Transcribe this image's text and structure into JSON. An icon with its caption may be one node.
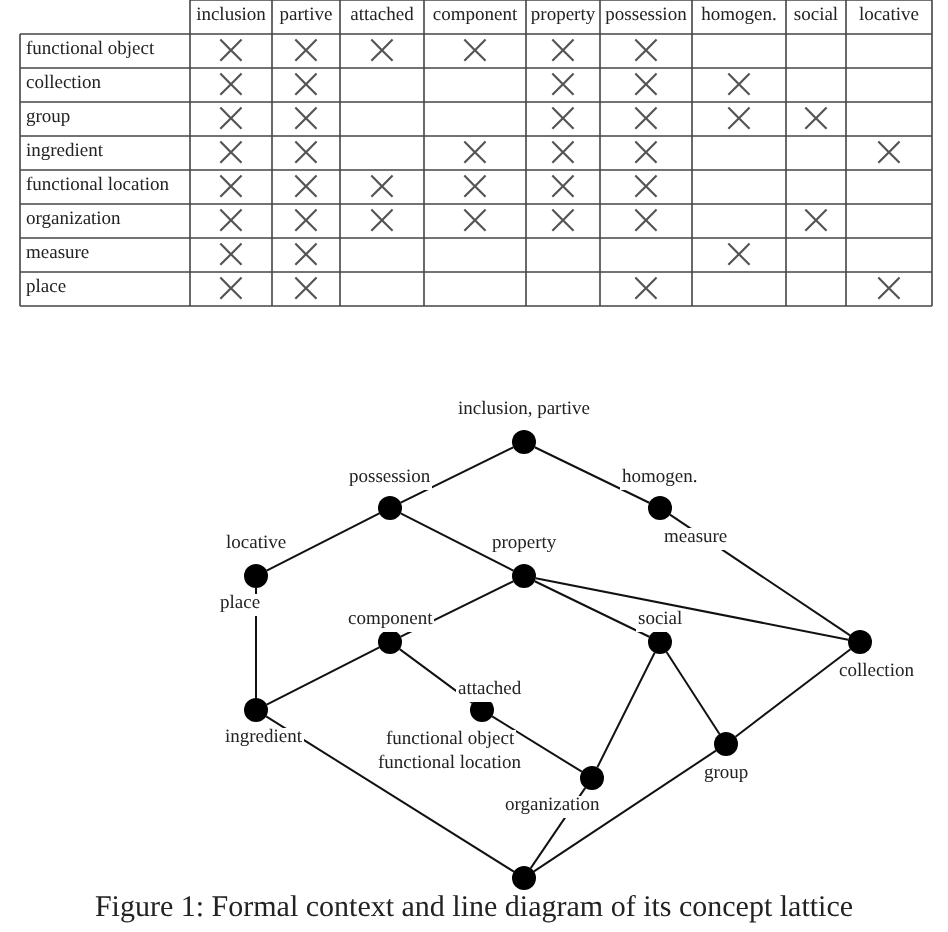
{
  "diagram": {
    "caption": "Figure 1: Formal context and line diagram of its concept lattice",
    "nodes": [
      {
        "text": [],
        "shape": "circle",
        "beside": [
          "inclusion, partive"
        ]
      },
      {
        "text": [],
        "shape": "circle",
        "beside": [
          "possession"
        ]
      },
      {
        "text": [],
        "shape": "circle",
        "beside": [
          "homogen.",
          "measure"
        ]
      },
      {
        "text": [],
        "shape": "circle",
        "beside": [
          "locative",
          "place"
        ]
      },
      {
        "text": [],
        "shape": "circle",
        "beside": [
          "property"
        ]
      },
      {
        "text": [],
        "shape": "circle",
        "beside": [
          "component"
        ]
      },
      {
        "text": [],
        "shape": "circle",
        "beside": [
          "social"
        ]
      },
      {
        "text": [],
        "shape": "circle",
        "beside": [
          "collection"
        ]
      },
      {
        "text": [],
        "shape": "circle",
        "beside": [
          "ingredient"
        ]
      },
      {
        "text": [],
        "shape": "circle",
        "beside": [
          "attached",
          "functional object",
          "functional location"
        ]
      },
      {
        "text": [],
        "shape": "circle",
        "beside": [
          "group"
        ]
      },
      {
        "text": [],
        "shape": "circle",
        "beside": [
          "organization"
        ]
      },
      {
        "text": [],
        "shape": "circle"
      }
    ],
    "edges": [
      {
        "from": 0,
        "to": 1,
        "arrow": "none"
      },
      {
        "from": 0,
        "to": 2,
        "arrow": "none"
      },
      {
        "from": 1,
        "to": 3,
        "arrow": "none"
      },
      {
        "from": 1,
        "to": 4,
        "arrow": "none"
      },
      {
        "from": 2,
        "to": 7,
        "arrow": "none"
      },
      {
        "from": 3,
        "to": 8,
        "arrow": "none"
      },
      {
        "from": 4,
        "to": 5,
        "arrow": "none"
      },
      {
        "from": 4,
        "to": 6,
        "arrow": "none"
      },
      {
        "from": 4,
        "to": 7,
        "arrow": "none"
      },
      {
        "from": 5,
        "to": 8,
        "arrow": "none"
      },
      {
        "from": 5,
        "to": 9,
        "arrow": "none"
      },
      {
        "from": 6,
        "to": 11,
        "arrow": "none"
      },
      {
        "from": 6,
        "to": 10,
        "arrow": "none"
      },
      {
        "from": 7,
        "to": 10,
        "arrow": "none"
      },
      {
        "from": 8,
        "to": 12,
        "arrow": "none"
      },
      {
        "from": 9,
        "to": 11,
        "arrow": "none"
      },
      {
        "from": 11,
        "to": 12,
        "arrow": "none"
      },
      {
        "from": 10,
        "to": 12,
        "arrow": "none"
      }
    ],
    "labels": [
      "inclusion",
      "partive",
      "attached",
      "component",
      "property",
      "possession",
      "homogen.",
      "social",
      "locative",
      "functional object",
      "×",
      "×",
      "×",
      "×",
      "×",
      "×",
      "collection",
      "×",
      "×",
      "×",
      "×",
      "×",
      "group",
      "×",
      "×",
      "×",
      "×",
      "×",
      "×",
      "ingredient",
      "×",
      "×",
      "×",
      "×",
      "×",
      "×",
      "functional location",
      "×",
      "×",
      "×",
      "×",
      "×",
      "×",
      "organization",
      "×",
      "×",
      "×",
      "×",
      "×",
      "×",
      "×",
      "measure",
      "×",
      "×",
      "×",
      "place",
      "×",
      "×",
      "×",
      "×"
    ]
  }
}
